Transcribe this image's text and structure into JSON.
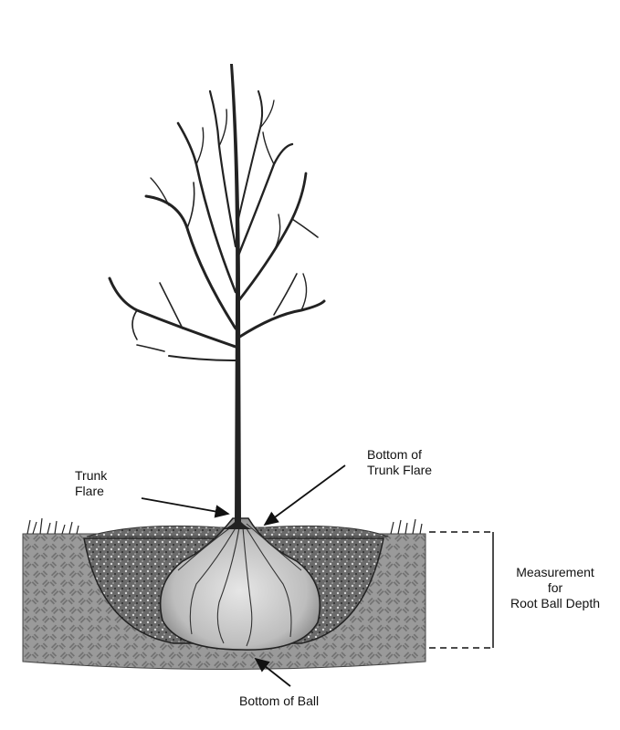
{
  "labels": {
    "trunk_flare": [
      "Trunk",
      "Flare"
    ],
    "bottom_of_trunk_flare": [
      "Bottom of",
      "Trunk Flare"
    ],
    "measurement": [
      "Measurement",
      "for",
      "Root Ball Depth"
    ],
    "bottom_of_ball": "Bottom of Ball"
  },
  "colors": {
    "ink": "#111111",
    "soil": "#8d8d8d",
    "mulch": "#5a5a5a",
    "rootball": "#cfcfcf",
    "background": "#ffffff"
  }
}
